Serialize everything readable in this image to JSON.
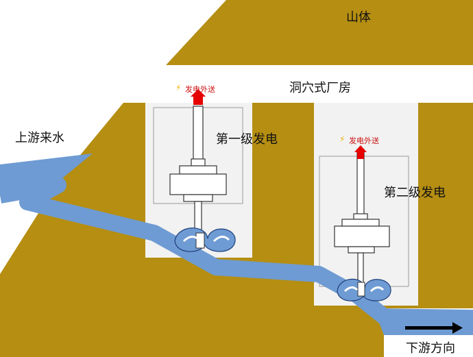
{
  "labels": {
    "mountain": "山体",
    "cavern": "洞穴式厂房",
    "upstream": "上游来水",
    "stage1": "第一级发电",
    "stage2": "第二级发电",
    "output1": "发电外送",
    "output2": "发电外送",
    "downstream": "下游方向"
  },
  "icons": {
    "output": "lightning-bolt-icon",
    "flow": "arrow-right-icon"
  },
  "colors": {
    "rock": "#B58E12",
    "water": "#6E9BD3",
    "hall": "#F2F2F2",
    "output_arrow": "#E60000",
    "bolt": "#F2B000",
    "text": "#111111"
  }
}
